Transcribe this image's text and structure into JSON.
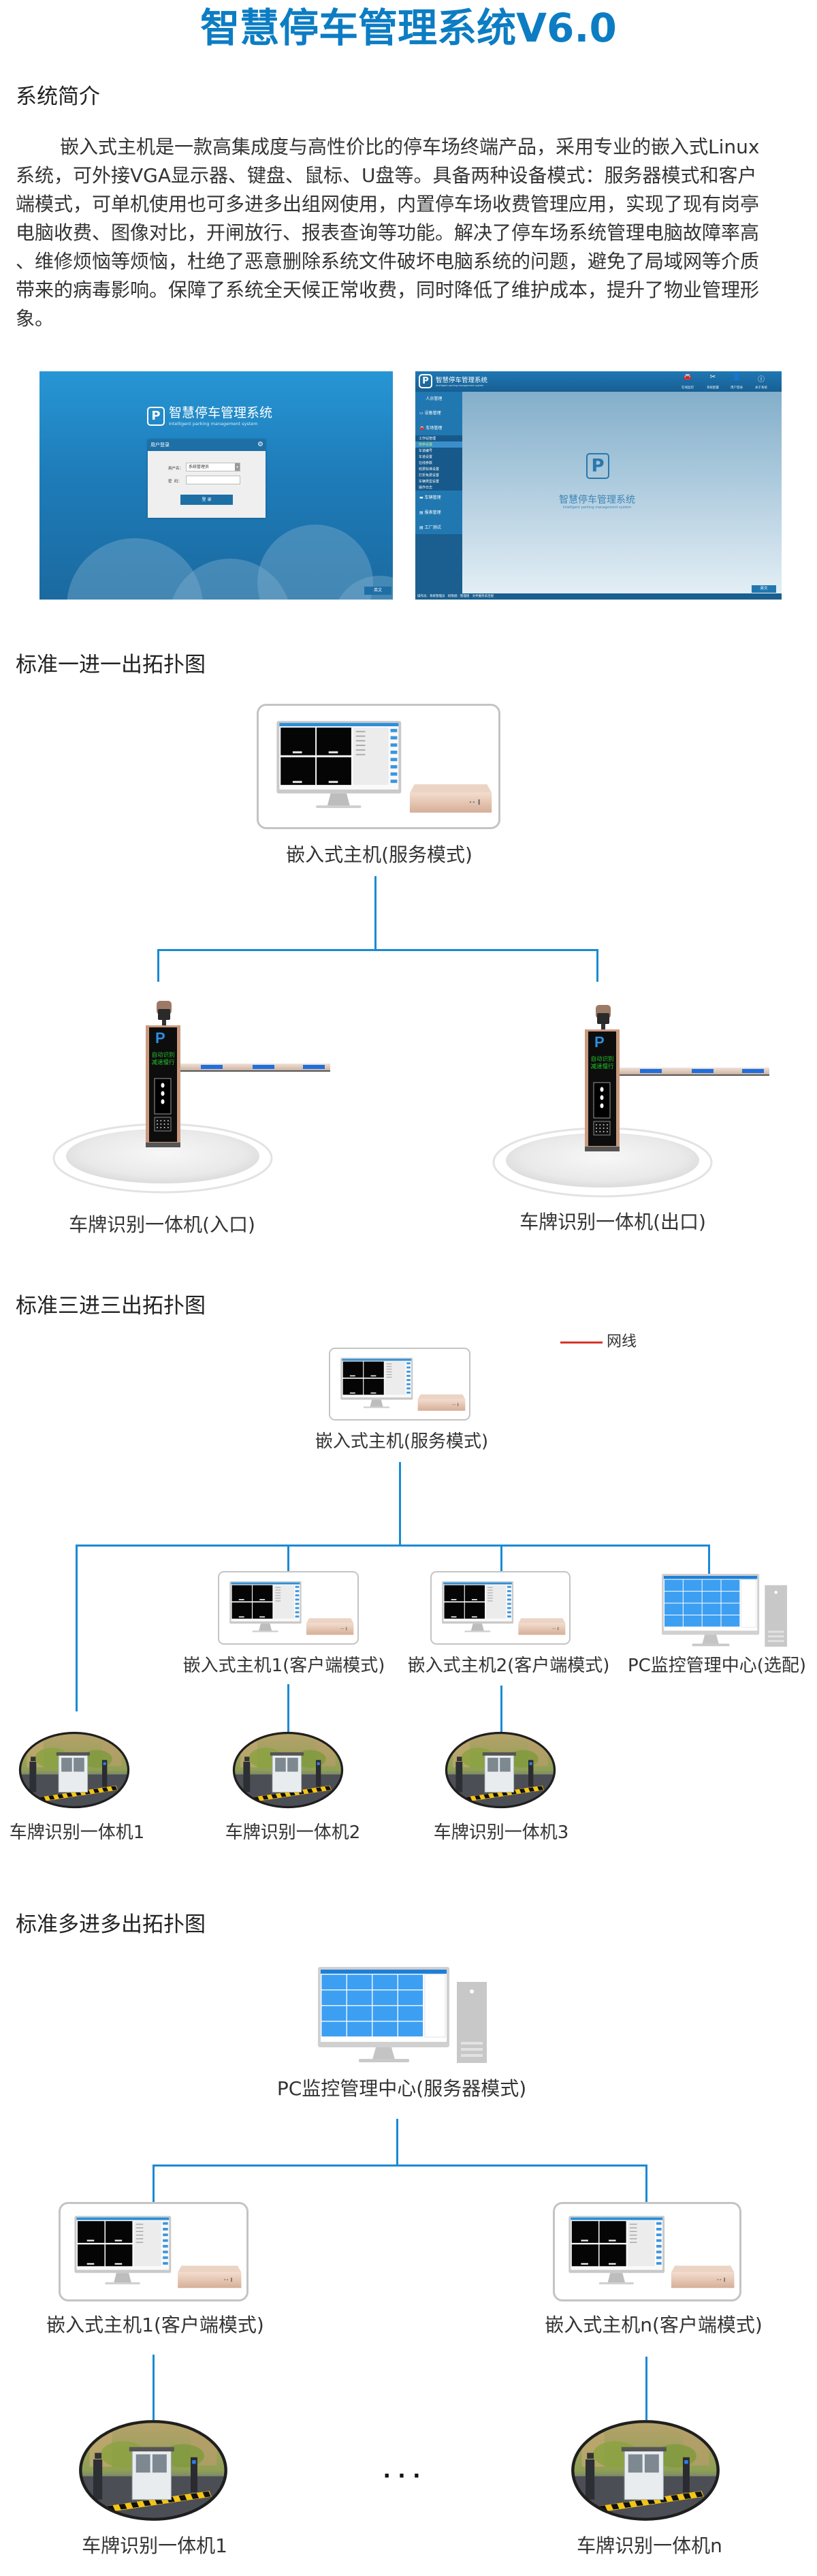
{
  "title": "智慧停车管理系统V6.0",
  "intro": {
    "heading": "系统简介",
    "lines": [
      "嵌入式主机是一款高集成度与高性价比的停车场终端产品，采用专业的嵌入式Linux",
      "系统，可外接VGA显示器、键盘、鼠标、U盘等。具备两种设备模式：服务器模式和客户",
      "端模式，可单机使用也可多进多出组网使用，内置停车场收费管理应用，实现了现有岗亭",
      "电脑收费、图像对比，开闸放行、报表查询等功能。解决了停车场系统管理电脑故障率高",
      "、维修烦恼等烦恼，杜绝了恶意删除系统文件破坏电脑系统的问题，避免了局域网等介质",
      "带来的病毒影响。保障了系统全天候正常收费，同时降低了维护成本，提升了物业管理形",
      "象。"
    ]
  },
  "screens": {
    "app_name": "智慧停车管理系统",
    "app_subtitle": "Intelligent parking management system",
    "login": {
      "panel_title": "用户登录",
      "username_label": "用户名：",
      "username_value": "系统管理员",
      "password_label": "密  码：",
      "password_value": "",
      "login_button": "登 录",
      "lang_button": "英文"
    },
    "main": {
      "toolbar": [
        "在线监控",
        "系统配置",
        "用户登录",
        "关于系统"
      ],
      "sidebar": [
        "人员管理",
        "设备管理",
        "车场管理"
      ],
      "submenu": [
        "工作站管理",
        "岗亭设置",
        "车道编号",
        "车道设置",
        "在线参数",
        "收费标准设置",
        "打折免费设置",
        "车辆类型设置",
        "操作日志"
      ],
      "submenu_active": 1,
      "sidebar_bottom": [
        "车辆管理",
        "报表管理",
        "工厂测试"
      ],
      "status_bar": "操作员：系统管理员   权限组：管理组   文件服务未连接",
      "lang_button": "英文"
    }
  },
  "topology_1": {
    "heading": "标准一进一出拓扑图",
    "server_label": "嵌入式主机(服务模式)",
    "gates": [
      "车牌识别一体机(入口)",
      "车牌识别一体机(出口)"
    ],
    "gate_screen": [
      "自动识别",
      "减速慢行"
    ]
  },
  "topology_3": {
    "heading": "标准三进三出拓扑图",
    "legend": "网线",
    "server_label": "嵌入式主机(服务模式)",
    "clients": [
      "嵌入式主机1(客户端模式)",
      "嵌入式主机2(客户端模式)"
    ],
    "pc_label": "PC监控管理中心(选配)",
    "cameras": [
      "车牌识别一体机1",
      "车牌识别一体机2",
      "车牌识别一体机3"
    ]
  },
  "topology_n": {
    "heading": "标准多进多出拓扑图",
    "server_label": "PC监控管理中心(服务器模式)",
    "clients": [
      "嵌入式主机1(客户端模式)",
      "嵌入式主机n(客户端模式)"
    ],
    "cameras": [
      "车牌识别一体机1",
      "车牌识别一体机n"
    ],
    "ellipsis": "· · ·"
  },
  "colors": {
    "title": "#0c7dc3",
    "link_line": "#1a8ad4",
    "legend_line": "#d9342b",
    "app_blue": "#1e6fa5"
  }
}
